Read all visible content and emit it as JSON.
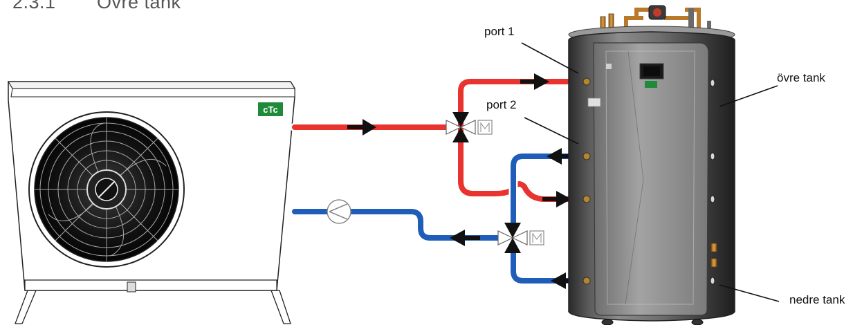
{
  "section": {
    "number": "2.3.1",
    "title": "Övre tank"
  },
  "brand": {
    "logo_text": "cTc",
    "color": "#1f8a3a"
  },
  "labels": {
    "port1": "port 1",
    "port2": "port 2",
    "upper_tank": "övre tank",
    "lower_tank": "nedre tank"
  },
  "pipes": {
    "supply_color": "#e8332e",
    "return_color": "#1f5db8"
  },
  "flow_icon": "arrow-right-icon"
}
